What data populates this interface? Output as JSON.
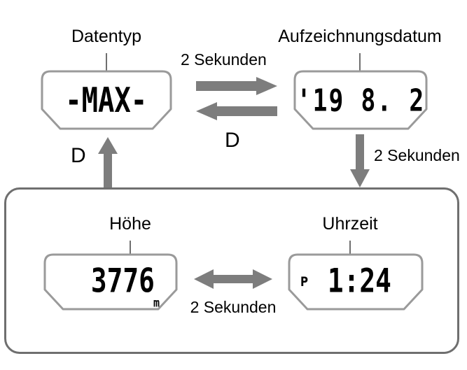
{
  "diagram": {
    "type": "state-transition-flow",
    "colors": {
      "arrow": "#7d7d7d",
      "panel_border": "#9a9a9a",
      "group_border": "#6f6f6f",
      "text": "#000000",
      "background": "#ffffff"
    }
  },
  "captions": {
    "data_type": "Datentyp",
    "record_date": "Aufzeichnungsdatum",
    "altitude": "Höhe",
    "time": "Uhrzeit"
  },
  "displays": {
    "data_type": {
      "name": "max-display",
      "value": "-MAX-"
    },
    "record_date": {
      "name": "date-display",
      "value": "'19  8. 2"
    },
    "altitude": {
      "name": "altitude-display",
      "value": "3776",
      "unit": "m"
    },
    "time": {
      "name": "time-display",
      "flag": "P",
      "value": "1:24"
    }
  },
  "transitions": {
    "max_to_date": {
      "label": "2 Sekunden",
      "icon": "arrow-right-icon"
    },
    "date_to_max": {
      "label": "D",
      "icon": "arrow-left-icon"
    },
    "date_to_group": {
      "label": "2 Sekunden",
      "icon": "arrow-down-icon"
    },
    "group_to_max": {
      "label": "D",
      "icon": "arrow-up-icon"
    },
    "altitude_time": {
      "label": "2 Sekunden",
      "icon": "arrow-left-right-icon"
    }
  }
}
